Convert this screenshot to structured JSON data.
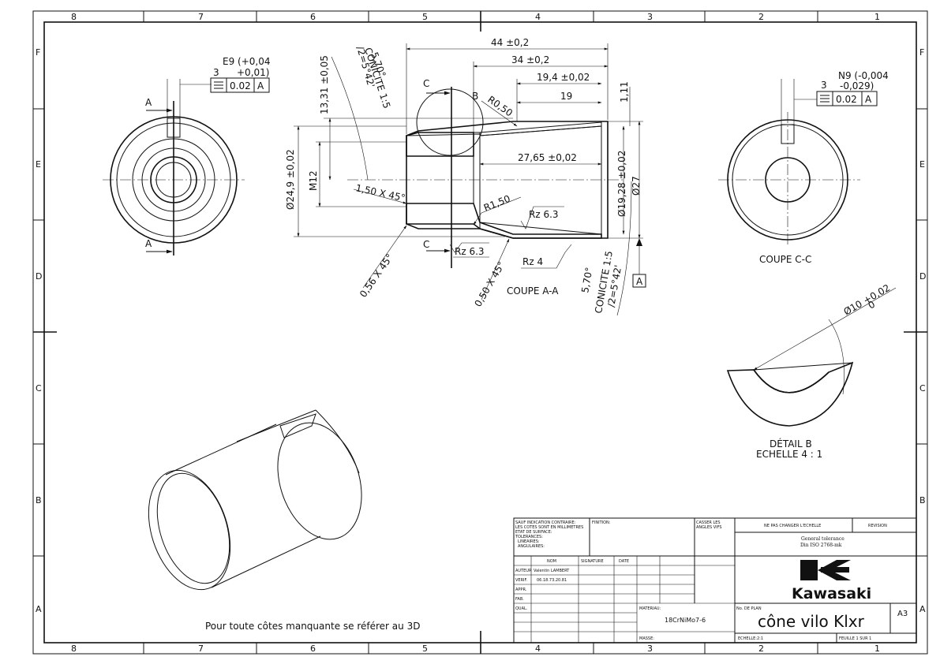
{
  "zones": {
    "columns": [
      "8",
      "7",
      "6",
      "5",
      "4",
      "3",
      "2",
      "1"
    ],
    "rows": [
      "F",
      "E",
      "D",
      "C",
      "B",
      "A"
    ]
  },
  "colors": {
    "ink": "#111111",
    "paper": "#ffffff"
  },
  "left_view": {
    "tolerance_top": "E9 (+0,04",
    "tolerance_bottom": "+0,01)",
    "count": "3",
    "frame_symbol": "⌯",
    "frame_value": "0.02",
    "frame_datum": "A",
    "section_mark": "A"
  },
  "section_aa": {
    "title": "COUPE A-A",
    "dims": {
      "overall": "44 ±0,2",
      "d34": "34 ±0,2",
      "d194": "19,4 ±0,02",
      "d19": "19",
      "d2765": "27,65 ±0,02",
      "d1331": "13,31 ±0,05",
      "dia249": "Ø24,9 ±0,02",
      "m12": "M12",
      "chamfer150": "1,50 X 45°",
      "chamfer056": "0,56 X 45°",
      "chamfer050": "0,50 X 45°",
      "r050": "R0,50",
      "r150": "R1,50",
      "rz63a": "Rz 6.3",
      "rz63b": "Rz 6.3",
      "rz4": "Rz 4",
      "dia1928": "Ø19,28 ±0,02",
      "dia27": "Ø27",
      "d111": "1,11",
      "conic_top_angle": "5,70°",
      "conic_top_label": "CONICITE 1:5",
      "conic_top_half": "/2=5°42'",
      "conic_bot_angle": "5,70°",
      "conic_bot_label": "CONICITE 1:5",
      "conic_bot_half": "/2=5°42'",
      "datum": "A",
      "section_c": "C",
      "detail_b": "B"
    }
  },
  "right_view": {
    "title": "COUPE C-C",
    "tolerance_top": "N9 (-0,004",
    "tolerance_bottom": "-0,029)",
    "count": "3",
    "frame_value": "0.02",
    "frame_datum": "A"
  },
  "detail_b": {
    "title": "DÉTAIL B",
    "scale": "ECHELLE 4 : 1",
    "dim": "Ø10 +0,02",
    "dim_lower": "0"
  },
  "note": "Pour toute côtes manquante se référer au 3D",
  "title_block": {
    "general_notes": [
      "SAUF INDICATION CONTRAIRE:",
      "LES COTES SONT EN MILLIMETRES",
      "ETAT DE SURFACE:",
      "TOLERANCES:",
      "LINEAIRES:",
      "ANGULAIRES:"
    ],
    "finish_label": "FINITION:",
    "break_edges": [
      "CASSER LES",
      "ANGLES VIFS"
    ],
    "no_scale": "NE PAS CHANGER L'ECHELLE",
    "revision": "REVISION",
    "general_tol": "General tolerance",
    "din": "Din ISO 2768-mk",
    "col_nom": "NOM",
    "col_signature": "SIGNATURE",
    "col_date": "DATE",
    "row_auteur": "AUTEUR",
    "row_verif": "VERIF.",
    "row_appr": "APPR.",
    "row_fab": "FAB.",
    "row_qual": "QUAL.",
    "auteur_name": "Valentin LAMBERT",
    "verif_value": "06.18.73.20.81",
    "material_label": "MATERIAU:",
    "material": "18CrNiMo7-6",
    "mass_label": "MASSE:",
    "plan_label": "No. DE PLAN",
    "title": "cône vilo Klxr",
    "format": "A3",
    "scale_label": "ECHELLE:2:1",
    "sheet_label": "FEUILLE 1 SUR 1",
    "brand": "Kawasaki"
  }
}
